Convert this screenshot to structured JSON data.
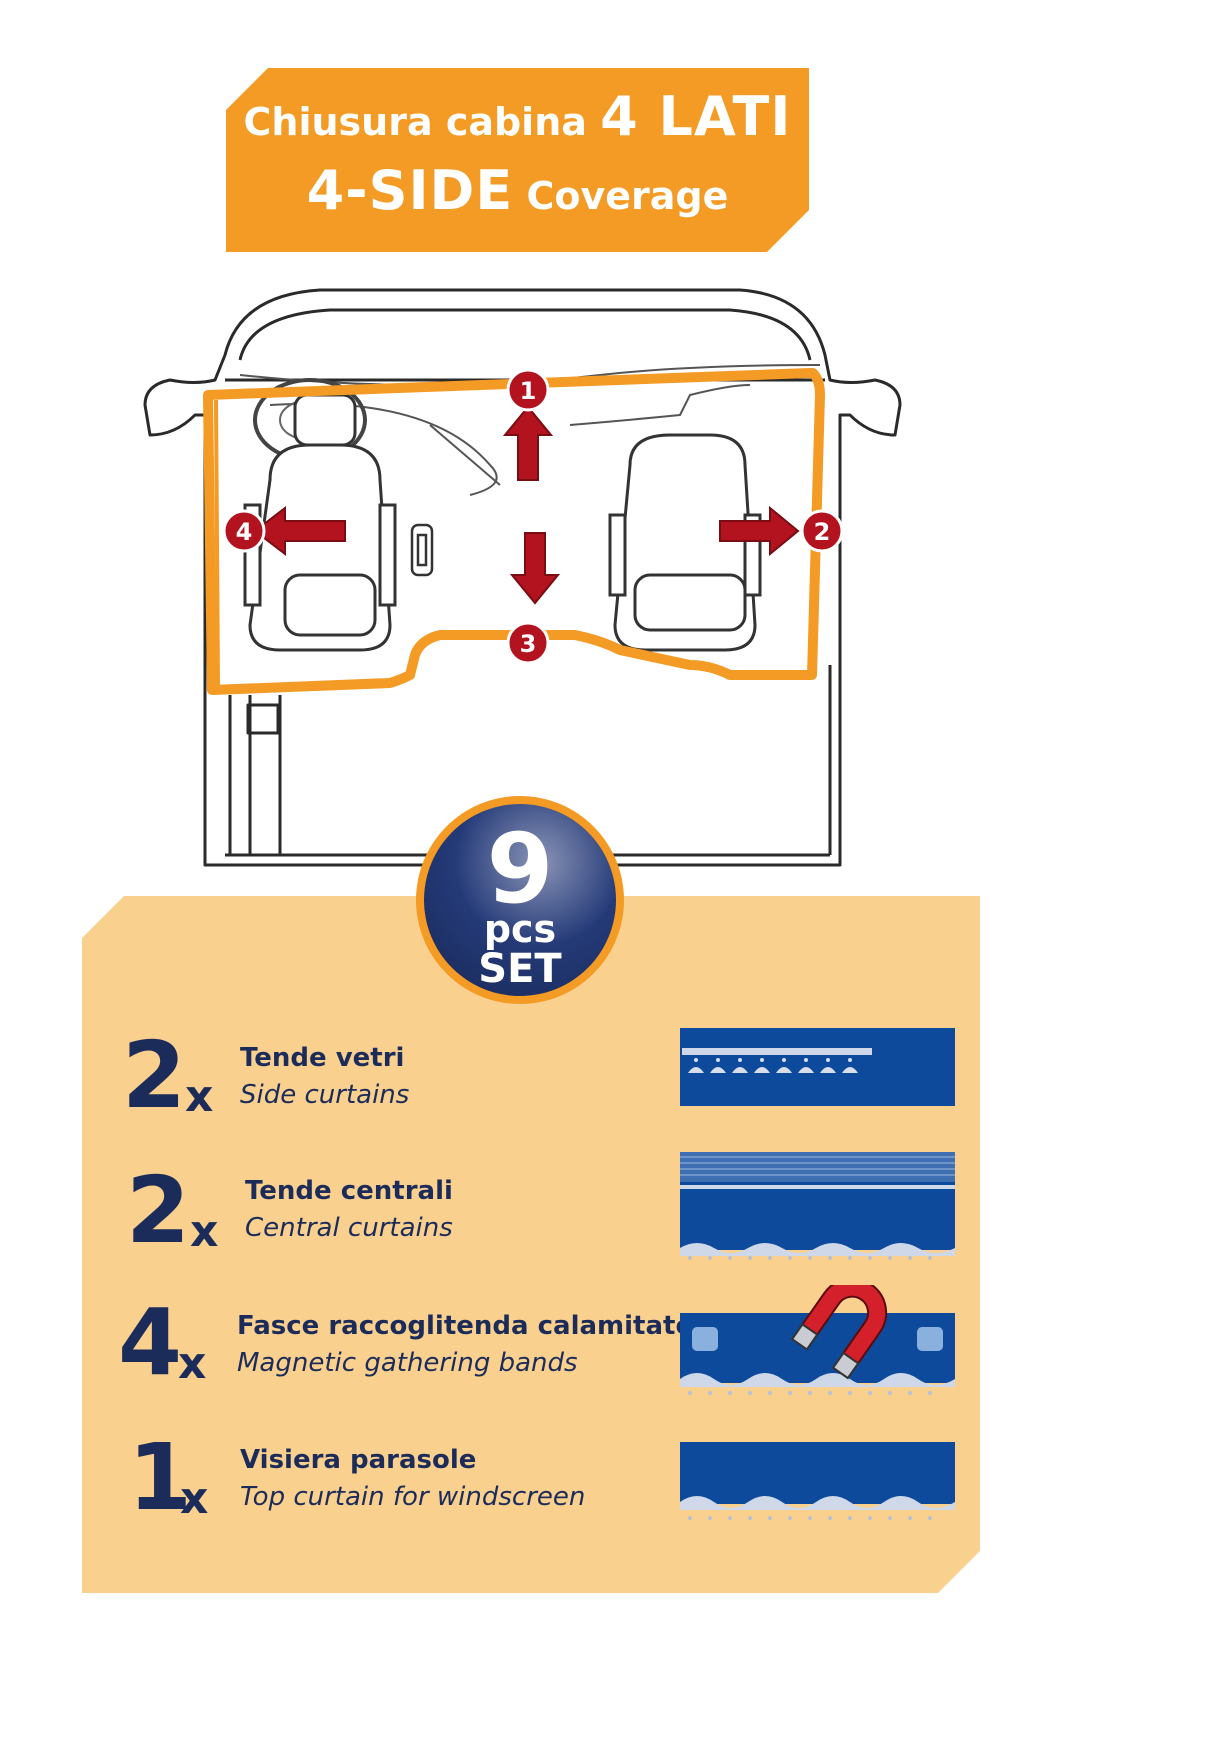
{
  "header": {
    "line1_text": "Chiusura cabina",
    "line1_big": "4 LATI",
    "line2_big": "4-SIDE",
    "line2_text": "Coverage"
  },
  "diagram": {
    "markers": [
      "1",
      "2",
      "3",
      "4"
    ]
  },
  "badge": {
    "number": "9",
    "line1": "pcs",
    "line2": "SET"
  },
  "items": [
    {
      "qty": "2",
      "x": "x",
      "title": "Tende vetri",
      "subtitle": "Side curtains"
    },
    {
      "qty": "2",
      "x": "x",
      "title": "Tende centrali",
      "subtitle": "Central curtains"
    },
    {
      "qty": "4",
      "x": "x",
      "title": "Fasce raccoglitenda calamitate",
      "subtitle": "Magnetic gathering bands"
    },
    {
      "qty": "1",
      "x": "x",
      "title": "Visiera parasole",
      "subtitle": "Top curtain for windscreen"
    }
  ],
  "colors": {
    "orange": "#f39b24",
    "panel": "#fad08f",
    "navy": "#1c2c5a",
    "fabric": "#0d4a9b",
    "arrow_red": "#b3121f"
  }
}
